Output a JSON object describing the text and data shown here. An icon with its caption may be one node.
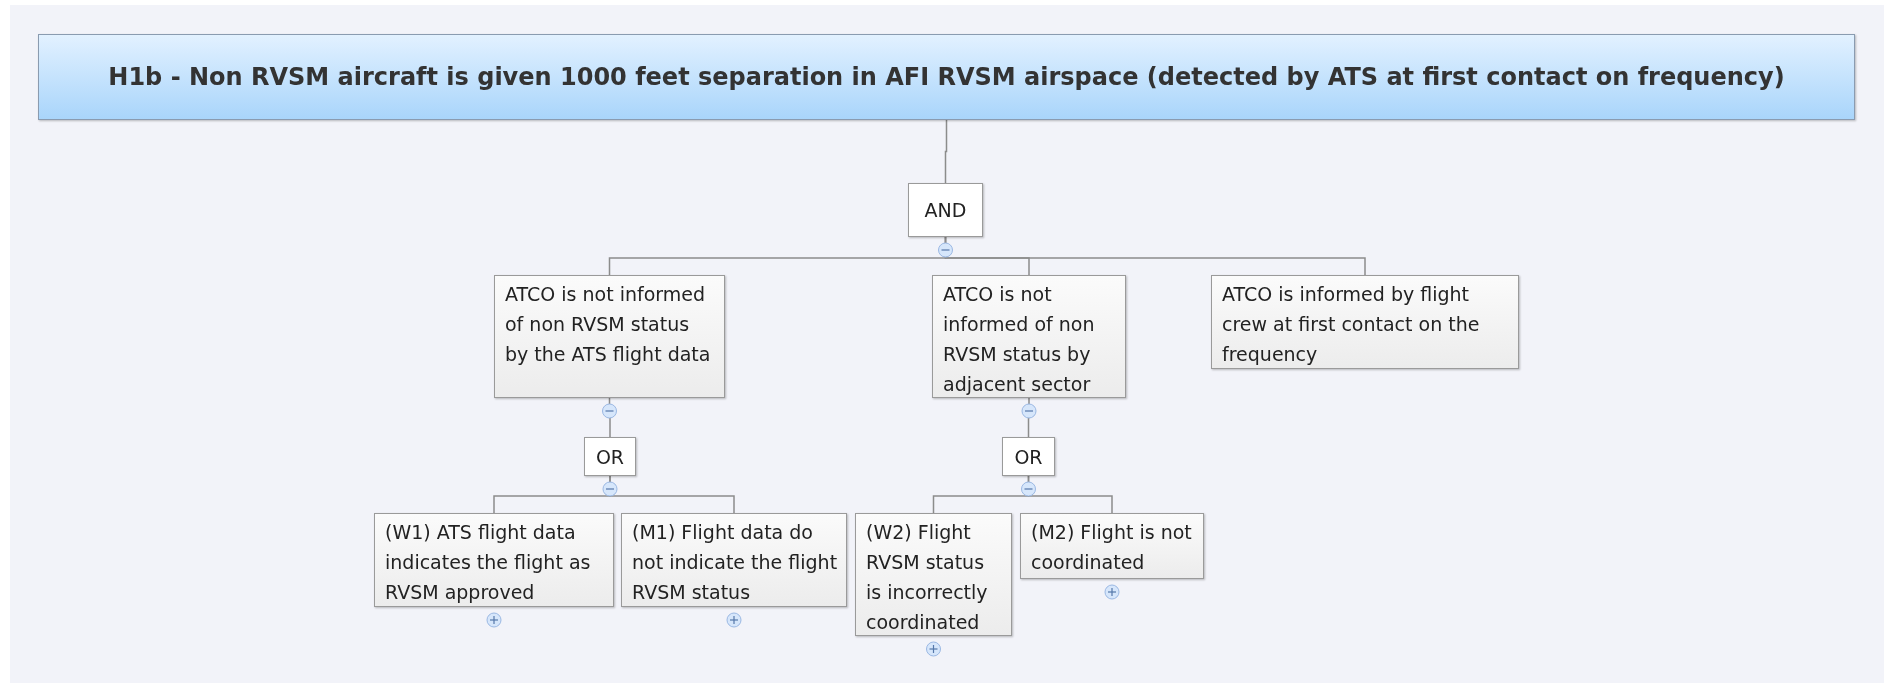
{
  "diagram": {
    "nodes": [
      {
        "text": [
          "H1b - Non RVSM aircraft is given 1000 feet separation in AFI RVSM airspace (detected by ATS at first contact on frequency)"
        ]
      },
      {
        "text": [
          "AND"
        ]
      },
      {
        "text": [
          "ATCO is not informed of non RVSM status by the ATS flight data"
        ]
      },
      {
        "text": [
          "ATCO is not informed of non RVSM status by adjacent sector"
        ]
      },
      {
        "text": [
          "ATCO is informed by flight crew at first contact on the frequency"
        ]
      },
      {
        "text": [
          "OR"
        ]
      },
      {
        "text": [
          "(W1) ATS flight data indicates the flight as RVSM approved"
        ]
      },
      {
        "text": [
          "(M1) Flight data do not indicate the flight RVSM status"
        ]
      },
      {
        "text": [
          "OR"
        ]
      },
      {
        "text": [
          "(W2) Flight RVSM status is incorrectly coordinated"
        ]
      },
      {
        "text": [
          "(M2) Flight is not coordinated"
        ]
      }
    ],
    "edges": [
      {
        "from": 0,
        "to": 1,
        "arrow": "none"
      },
      {
        "from": 1,
        "to": 2,
        "arrow": "none"
      },
      {
        "from": 1,
        "to": 3,
        "arrow": "none"
      },
      {
        "from": 1,
        "to": 4,
        "arrow": "none"
      },
      {
        "from": 2,
        "to": 5,
        "arrow": "none"
      },
      {
        "from": 5,
        "to": 6,
        "arrow": "none"
      },
      {
        "from": 5,
        "to": 7,
        "arrow": "none"
      },
      {
        "from": 3,
        "to": 8,
        "arrow": "none"
      },
      {
        "from": 8,
        "to": 9,
        "arrow": "none"
      },
      {
        "from": 8,
        "to": 10,
        "arrow": "none"
      }
    ]
  }
}
